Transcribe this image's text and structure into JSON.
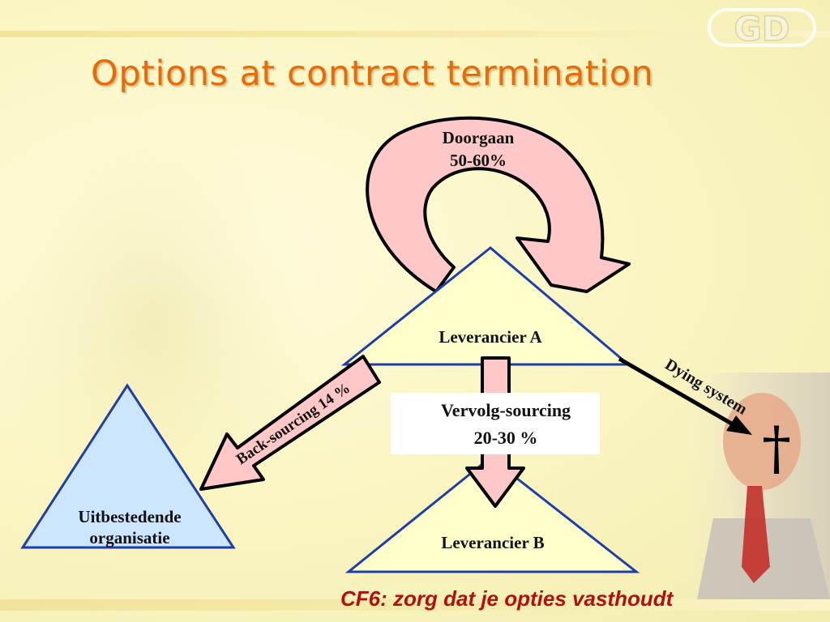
{
  "title": "Options at contract termination",
  "logo_text": "GD",
  "nodes": {
    "leverancier_a": "Leverancier A",
    "leverancier_b": "Leverancier B",
    "uitbestedende_line1": "Uitbestedende",
    "uitbestedende_line2": "organisatie"
  },
  "arrows": {
    "doorgaan_label": "Doorgaan",
    "doorgaan_pct": "50-60%",
    "vervolg_label": "Vervolg-sourcing",
    "vervolg_pct": "20-30 %",
    "backsourcing_label": "Back-sourcing 14 %",
    "dying_label": "Dying system",
    "cross_symbol": "†"
  },
  "footer_note": "CF6: zorg dat je opties vasthoudt",
  "colors": {
    "title": "#e46c0a",
    "arrow_fill": "#ffc8c8",
    "triangle_supplier_fill": "#ffffcc",
    "triangle_client_fill": "#cce6ff",
    "triangle_stroke": "#1f3fa8",
    "note": "#b01010"
  }
}
